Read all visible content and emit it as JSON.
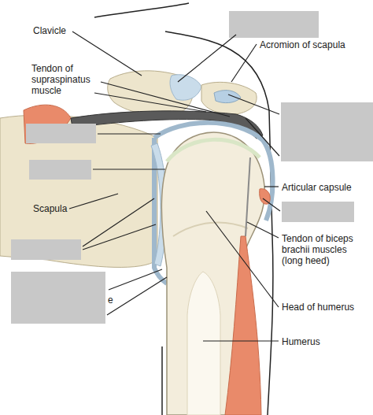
{
  "diagram": {
    "labels": [
      "Clavicle",
      "Acromion of scapula",
      "Tendon of supraspinatus muscle",
      "Articular capsule",
      "Scapula",
      "Tendon of biceps brachii muscles (long heed)",
      "e",
      "Head of humerus",
      "Humerus"
    ]
  }
}
